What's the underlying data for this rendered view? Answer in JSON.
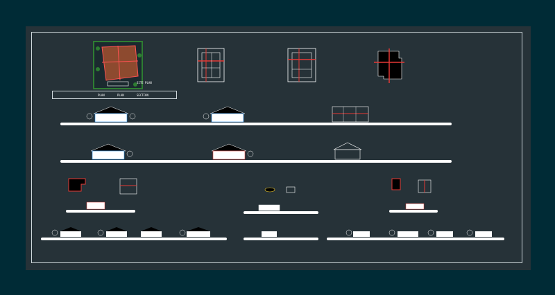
{
  "drawing": {
    "background": "#002b36",
    "canvas_color": "#263238",
    "line_color": "#ffffff",
    "accent_red": "#e53935",
    "roof_color": "#000000"
  },
  "labels": {
    "site_plan_title": "SITE PLAN",
    "caption_a": "PLAN",
    "caption_b": "PLAN",
    "caption_c": "SECTION"
  }
}
